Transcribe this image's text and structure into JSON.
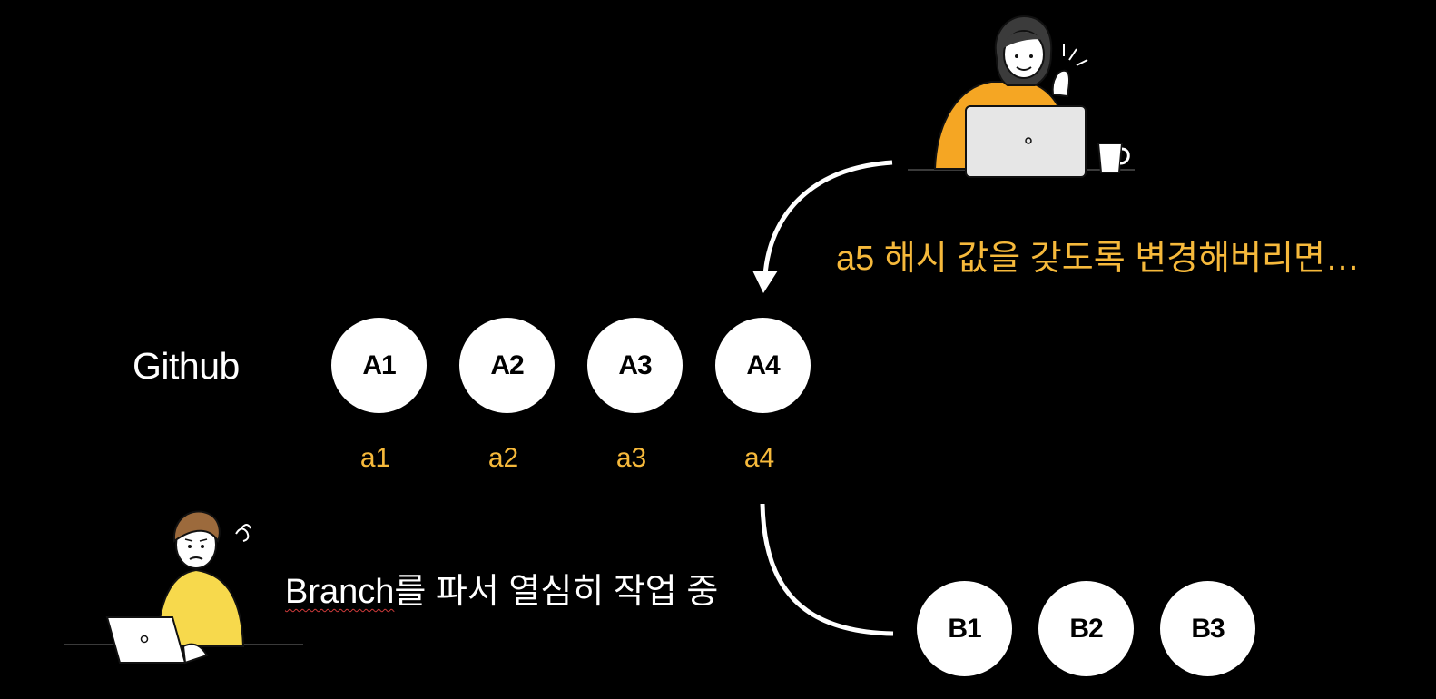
{
  "diagram": {
    "repo_label": "Github",
    "top_caption": "a5 해시 값을 갖도록 변경해버리면…",
    "bottom_caption": {
      "word": "Branch",
      "rest": "를 파서 열심히 작업 중"
    },
    "main_commits": [
      {
        "label": "A1",
        "hash": "a1"
      },
      {
        "label": "A2",
        "hash": "a2"
      },
      {
        "label": "A3",
        "hash": "a3"
      },
      {
        "label": "A4",
        "hash": "a4"
      }
    ],
    "branch_commits": [
      {
        "label": "B1"
      },
      {
        "label": "B2"
      },
      {
        "label": "B3"
      }
    ],
    "icons": {
      "top_person": "person-with-laptop-and-cup-illustration",
      "bottom_person": "worried-person-with-laptop-illustration"
    },
    "colors": {
      "background": "#000000",
      "accent": "#f6b93b",
      "node_fill": "#ffffff",
      "text": "#ffffff"
    }
  }
}
